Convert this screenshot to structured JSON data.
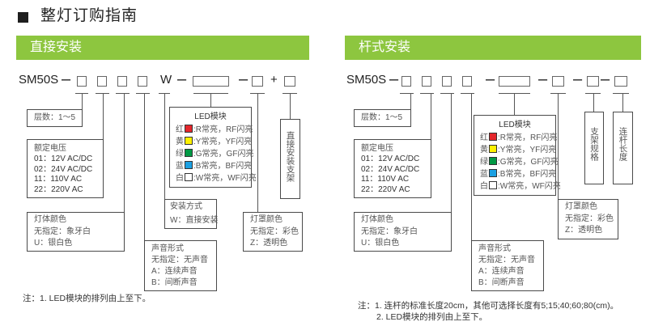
{
  "page_title": "整灯订购指南",
  "direct_mount": {
    "header": "直接安装",
    "code": {
      "prefix": "SM50S",
      "dash": "–",
      "mount_letter": "W",
      "plus": "+"
    },
    "layers": "层数：1～5",
    "voltage": {
      "title": "额定电压",
      "items": [
        "01：12V  AC/DC",
        "02：24V  AC/DC",
        "11：110V  AC",
        "22：220V  AC"
      ]
    },
    "body_color": {
      "title": "灯体颜色",
      "items": [
        "无指定：象牙白",
        "U：银白色"
      ]
    },
    "mount_type": {
      "title": "安装方式",
      "items": [
        "W：直接安装"
      ]
    },
    "sound": {
      "title": "声音形式",
      "items": [
        "无指定：无声音",
        "A：连续声音",
        "B：间断声音"
      ]
    },
    "led_module": {
      "title": "LED模块",
      "items": [
        {
          "color_name": "红",
          "color": "#e4262b",
          "desc": ":R常亮，RF闪亮"
        },
        {
          "color_name": "黄",
          "color": "#fff100",
          "desc": ":Y常亮，YF闪亮"
        },
        {
          "color_name": "绿",
          "color": "#009944",
          "desc": ":G常亮，GF闪亮"
        },
        {
          "color_name": "蓝",
          "color": "#1ba0e2",
          "desc": ":B常亮，BF闪亮"
        },
        {
          "color_name": "白",
          "color": "#ffffff",
          "desc": ":W常亮，WF闪亮"
        }
      ]
    },
    "cover_color": {
      "title": "灯罩颜色",
      "items": [
        "无指定：彩色",
        "Z：透明色"
      ]
    },
    "bracket": "直接安装支架",
    "notes": [
      "注：1. LED模块的排列由上至下。"
    ]
  },
  "pole_mount": {
    "header": "杆式安装",
    "code": {
      "prefix": "SM50S",
      "dash": "–"
    },
    "layers": "层数：1～5",
    "voltage": {
      "title": "额定电压",
      "items": [
        "01：12V  AC/DC",
        "02：24V  AC/DC",
        "11：110V  AC",
        "22：220V  AC"
      ]
    },
    "body_color": {
      "title": "灯体颜色",
      "items": [
        "无指定：象牙白",
        "U：银白色"
      ]
    },
    "sound": {
      "title": "声音形式",
      "items": [
        "无指定：无声音",
        "A：连续声音",
        "B：间断声音"
      ]
    },
    "led_module": {
      "title": "LED模块",
      "items": [
        {
          "color_name": "红",
          "color": "#e4262b",
          "desc": ":R常亮，RF闪亮"
        },
        {
          "color_name": "黄",
          "color": "#fff100",
          "desc": ":Y常亮，YF闪亮"
        },
        {
          "color_name": "绿",
          "color": "#009944",
          "desc": ":G常亮，GF闪亮"
        },
        {
          "color_name": "蓝",
          "color": "#1ba0e2",
          "desc": ":B常亮，BF闪亮"
        },
        {
          "color_name": "白",
          "color": "#ffffff",
          "desc": ":W常亮，WF闪亮"
        }
      ]
    },
    "cover_color": {
      "title": "灯罩颜色",
      "items": [
        "无指定：彩色",
        "Z：透明色"
      ]
    },
    "bracket_spec": "支架规格",
    "pole_length": "连杆长度",
    "notes": [
      "注：1. 连杆的标准长度20cm，其他可选择长度有5;15;40;60;80(cm)。",
      "2. LED模块的排列由上至下。"
    ]
  }
}
